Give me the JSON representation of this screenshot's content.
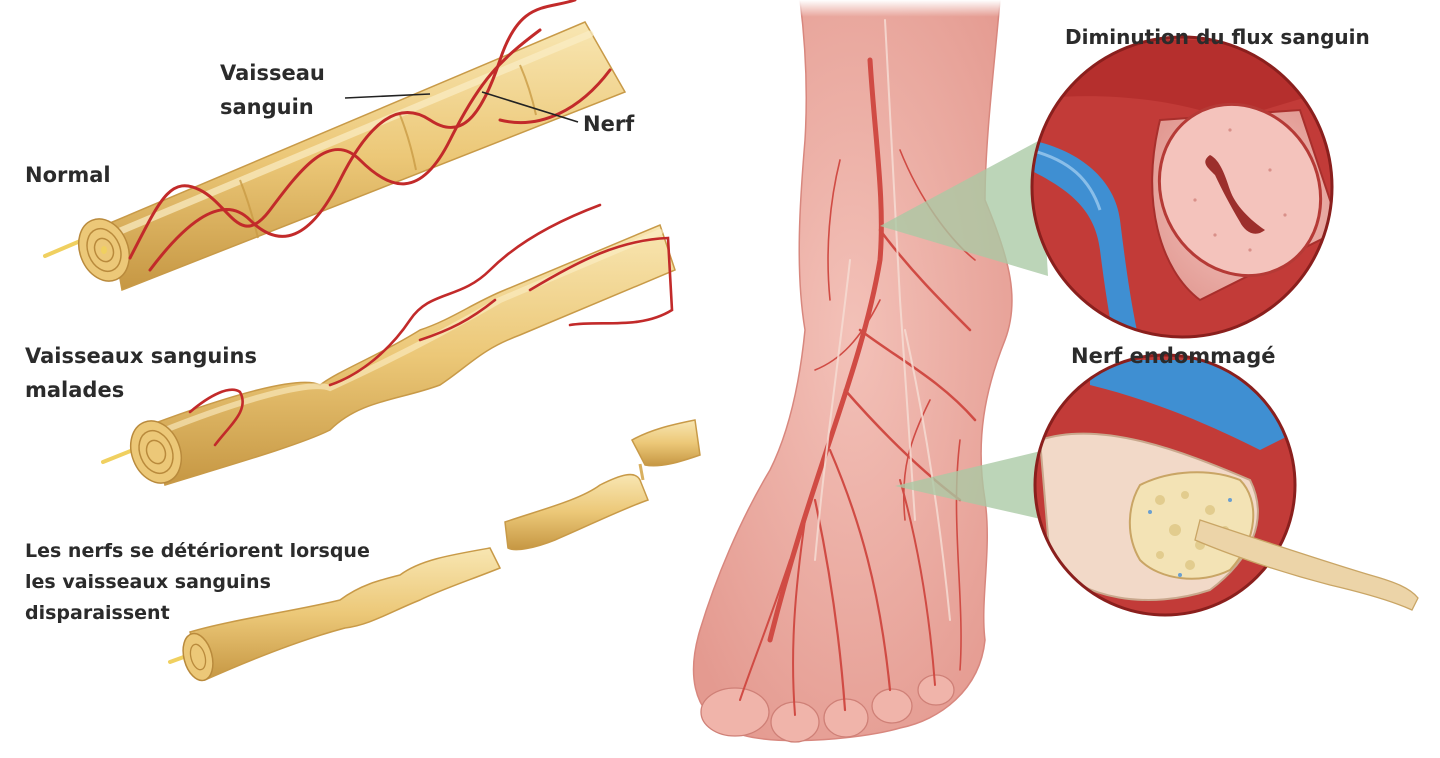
{
  "labels": {
    "vessel_line1": "Vaisseau",
    "vessel_line2": "sanguin",
    "nerve": "Nerf",
    "normal": "Normal",
    "diseased_line1": "Vaisseaux sanguins",
    "diseased_line2": "malades",
    "deteriorate_line1": "Les nerfs se détériorent lorsque",
    "deteriorate_line2": "les vaisseaux sanguins",
    "deteriorate_line3": "disparaissent",
    "reduced_flow": "Diminution du flux sanguin",
    "damaged_nerve": "Nerf endommagé"
  },
  "colors": {
    "nerve_fill": "#ecc878",
    "nerve_highlight": "#f7e3ab",
    "nerve_shadow": "#c99b45",
    "vessel_red": "#c22a2a",
    "skin": "#efb0a8",
    "artery": "#d4544c",
    "vein_blue": "#3f8fd2",
    "callout_green": "#a9c9a4",
    "text": "#2b2b2b"
  }
}
